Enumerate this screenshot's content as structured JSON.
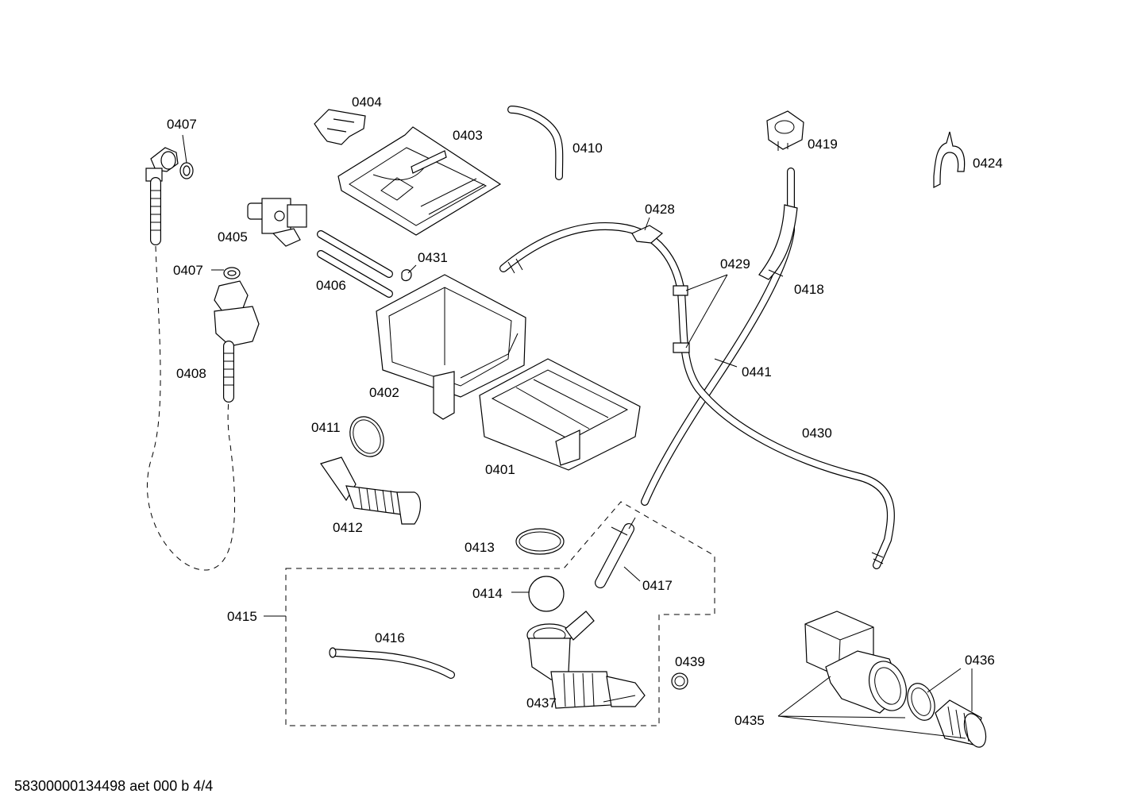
{
  "labels": {
    "p0401": "0401",
    "p0402": "0402",
    "p0403": "0403",
    "p0404": "0404",
    "p0405": "0405",
    "p0406": "0406",
    "p0407a": "0407",
    "p0407b": "0407",
    "p0408": "0408",
    "p0410": "0410",
    "p0411": "0411",
    "p0412": "0412",
    "p0413": "0413",
    "p0414": "0414",
    "p0415": "0415",
    "p0416": "0416",
    "p0417": "0417",
    "p0418": "0418",
    "p0419": "0419",
    "p0424": "0424",
    "p0428": "0428",
    "p0429": "0429",
    "p0430": "0430",
    "p0431": "0431",
    "p0435": "0435",
    "p0436": "0436",
    "p0437": "0437",
    "p0439": "0439",
    "p0441": "0441"
  },
  "footer": "58300000134498 aet 000 b 4/4"
}
